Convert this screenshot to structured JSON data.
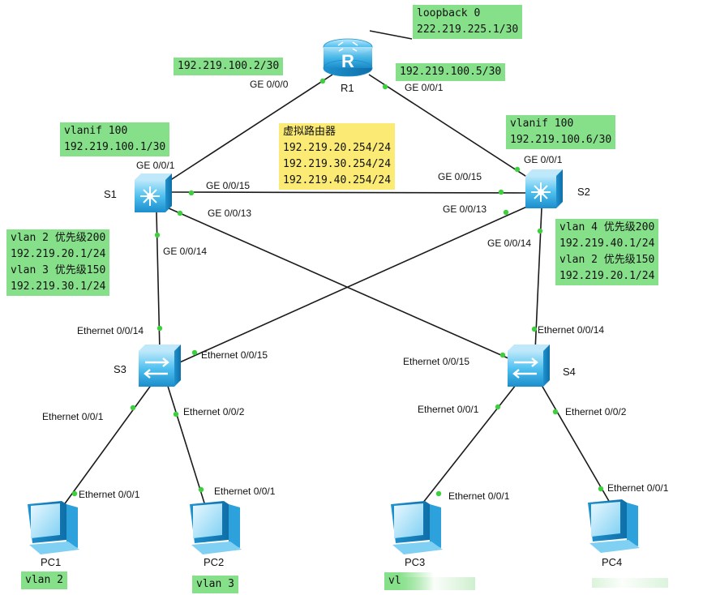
{
  "devices": {
    "r1": "R1",
    "s1": "S1",
    "s2": "S2",
    "s3": "S3",
    "s4": "S4",
    "pc1": "PC1",
    "pc2": "PC2",
    "pc3": "PC3",
    "pc4": "PC4"
  },
  "labels": {
    "loopback": [
      "loopback 0",
      "222.219.225.1/30"
    ],
    "r1_left": [
      "192.219.100.2/30"
    ],
    "r1_right": [
      "192.219.100.5/30"
    ],
    "s1_vlanif": [
      "vlanif 100",
      "192.219.100.1/30"
    ],
    "s2_vlanif": [
      "vlanif 100",
      "192.219.100.6/30"
    ],
    "virtual_router": [
      "虚拟路由器",
      "192.219.20.254/24",
      "192.219.30.254/24",
      "192.219.40.254/24"
    ],
    "s1_vlans": [
      "vlan 2 优先级200",
      "192.219.20.1/24",
      "vlan 3 优先级150",
      "192.219.30.1/24"
    ],
    "s2_vlans": [
      "vlan 4 优先级200",
      "192.219.40.1/24",
      "vlan 2 优先级150",
      "192.219.20.1/24"
    ],
    "pc1_vlan": [
      "vlan 2"
    ],
    "pc2_vlan": [
      "vlan 3"
    ],
    "pc3_vlan": [
      "vl"
    ]
  },
  "ports": {
    "r1_g000": "GE 0/0/0",
    "r1_g001": "GE 0/0/1",
    "s1_g001": "GE 0/0/1",
    "s1_g0015": "GE 0/0/15",
    "s1_g0013": "GE 0/0/13",
    "s1_g0014": "GE 0/0/14",
    "s2_g001": "GE 0/0/1",
    "s2_g0015": "GE 0/0/15",
    "s2_g0013": "GE 0/0/13",
    "s2_g0014": "GE 0/0/14",
    "s3_e14": "Ethernet 0/0/14",
    "s3_e15": "Ethernet 0/0/15",
    "s3_e1": "Ethernet 0/0/1",
    "s3_e2": "Ethernet 0/0/2",
    "s4_e14": "Ethernet 0/0/14",
    "s4_e15": "Ethernet 0/0/15",
    "s4_e1": "Ethernet 0/0/1",
    "s4_e2": "Ethernet 0/0/2",
    "pc1_e1": "Ethernet 0/0/1",
    "pc2_e1": "Ethernet 0/0/1",
    "pc3_e1": "Ethernet 0/0/1",
    "pc4_e1": "Ethernet 0/0/1"
  },
  "colors": {
    "label_green": "#86e08a",
    "label_yellow": "#fbeb74",
    "link": "#1a1a1a",
    "port_dot": "#3ecf3e",
    "device_blue": "#3aaee6"
  },
  "icons": {
    "router": "router-icon",
    "l3switch": "layer3-switch-icon",
    "l2switch": "layer2-switch-icon",
    "pc": "pc-icon"
  }
}
